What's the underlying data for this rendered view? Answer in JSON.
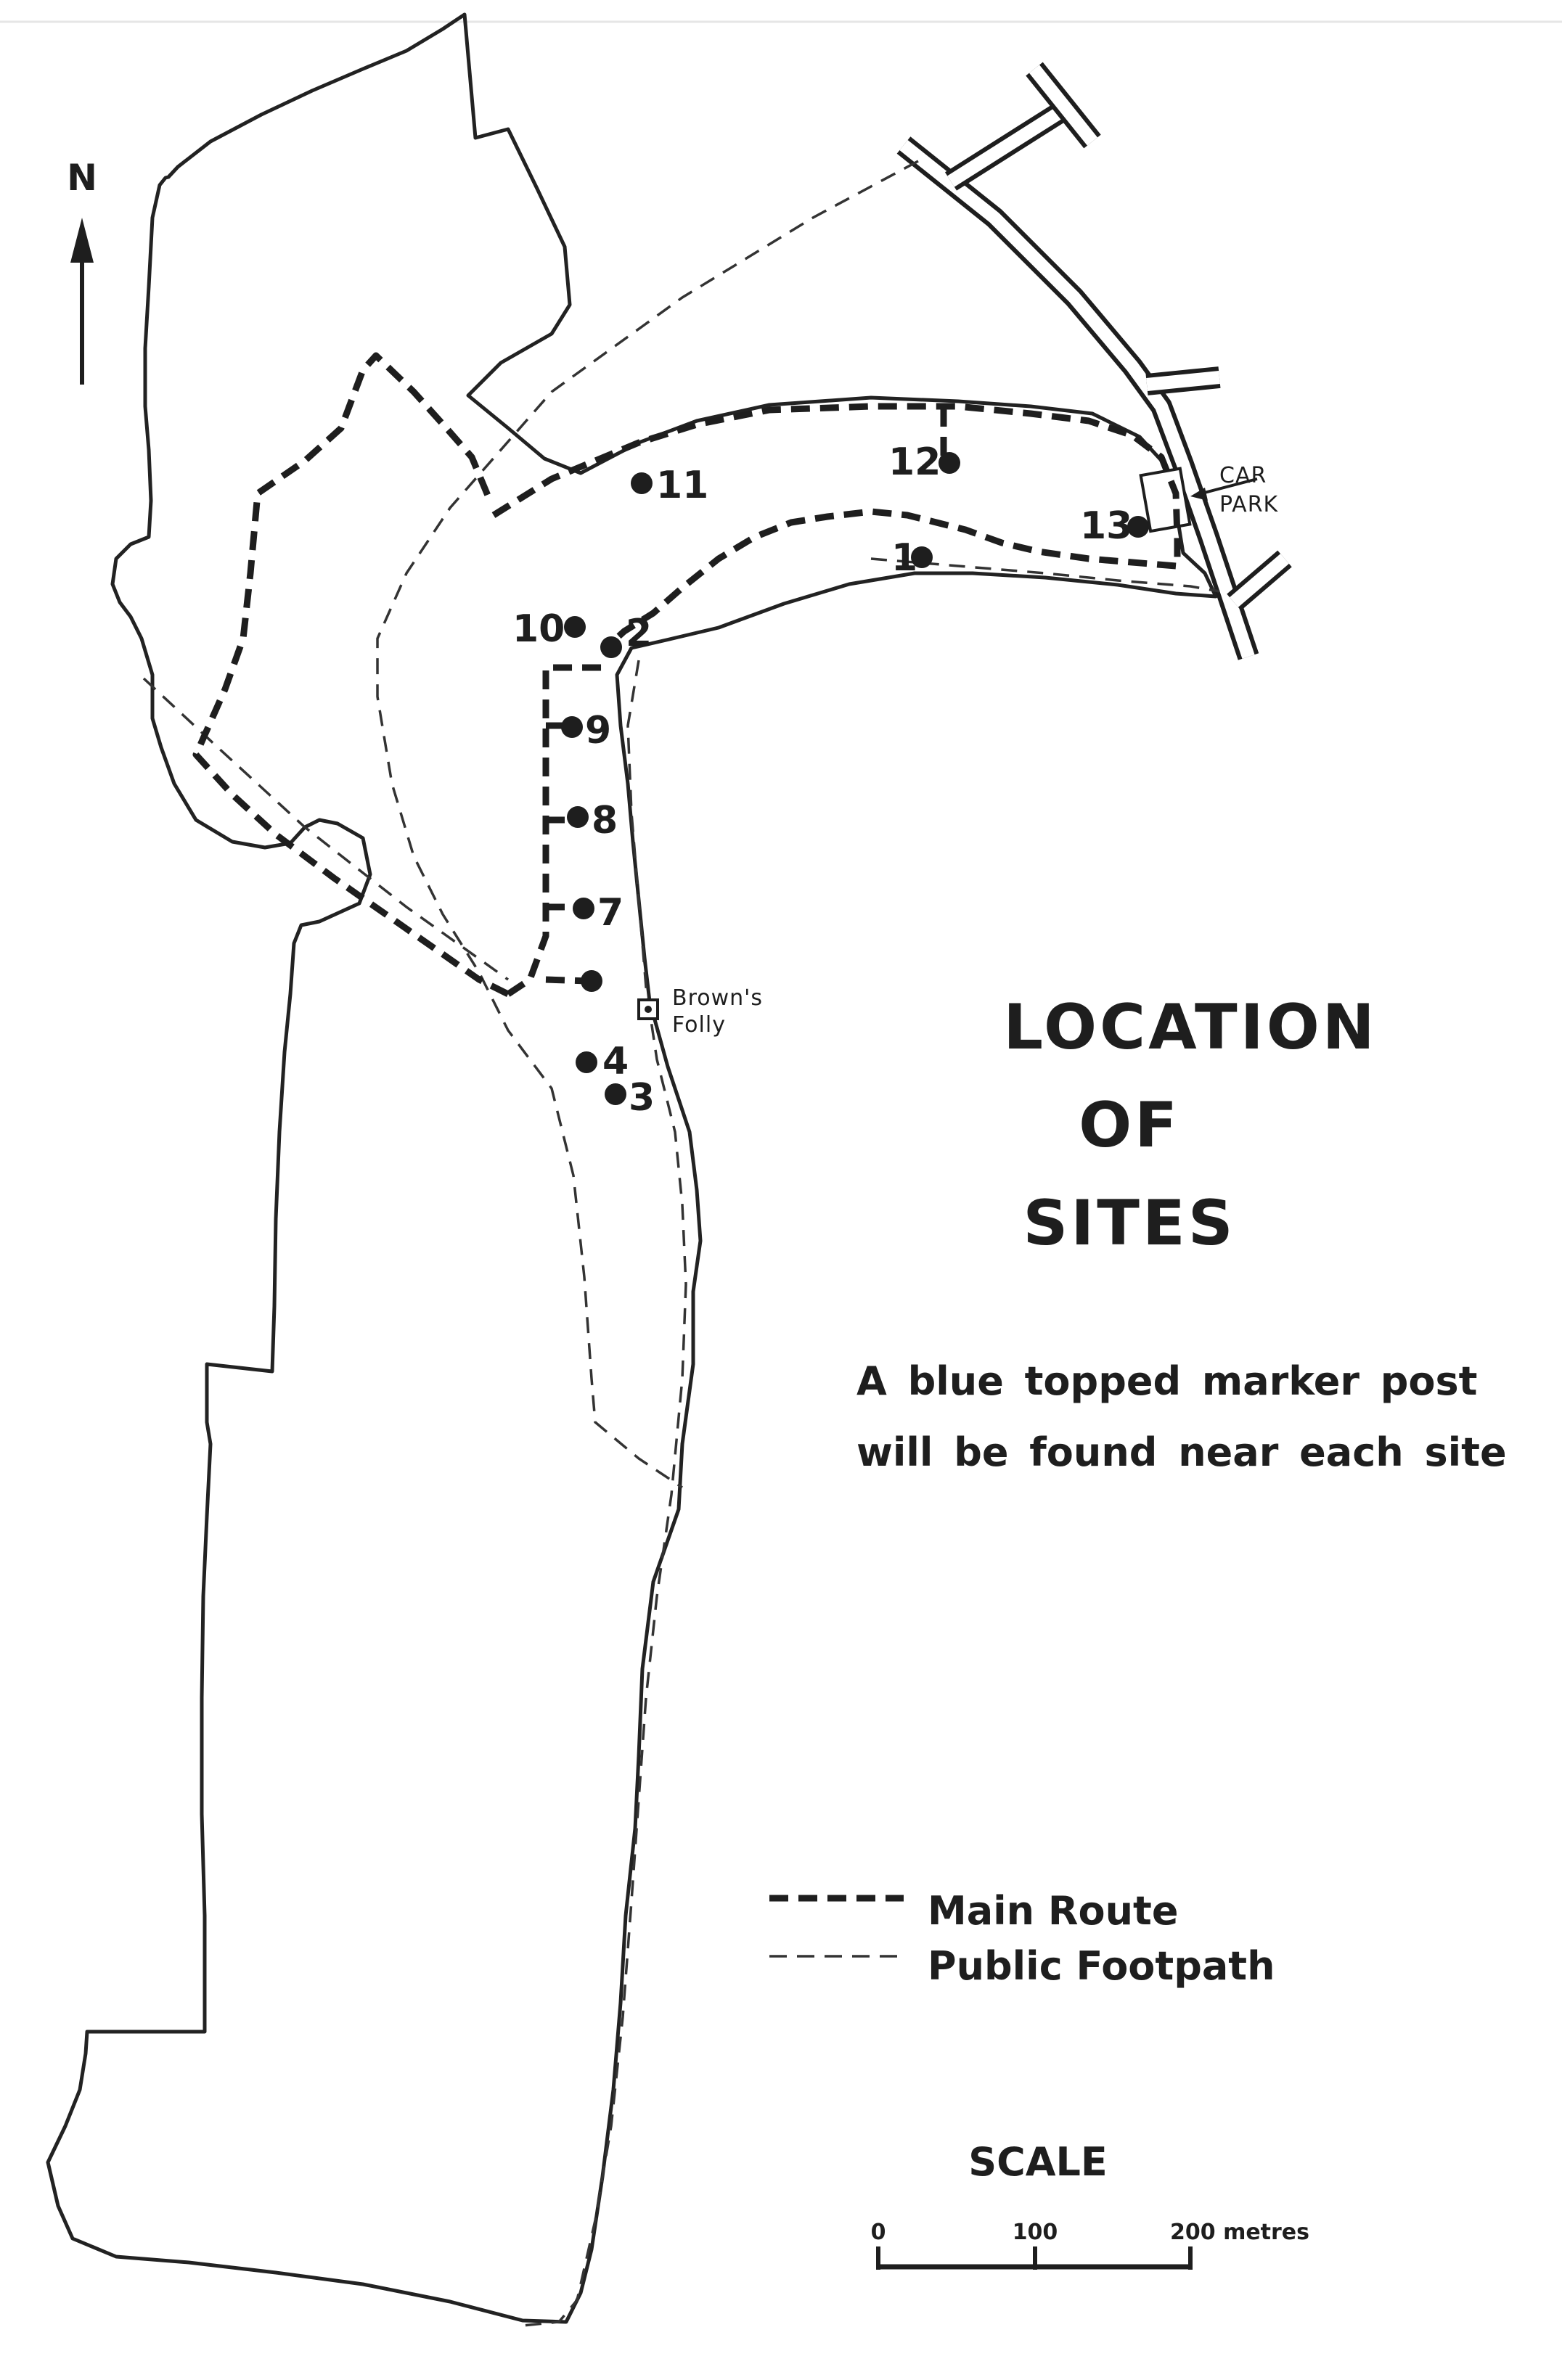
{
  "north": {
    "label": "N"
  },
  "title": {
    "line1": "LOCATION",
    "line2": "OF",
    "line3": "SITES"
  },
  "description": {
    "line1": "A blue topped marker post",
    "line2": "will be found near each site"
  },
  "places": {
    "car_park_line1": "CAR",
    "car_park_line2": "PARK",
    "folly_line1": "Brown's",
    "folly_line2": "Folly"
  },
  "sites": [
    {
      "id": "1",
      "label": "1"
    },
    {
      "id": "2",
      "label": "2"
    },
    {
      "id": "3",
      "label": "3"
    },
    {
      "id": "4",
      "label": "4"
    },
    {
      "id": "5",
      "label": ""
    },
    {
      "id": "7",
      "label": "7"
    },
    {
      "id": "8",
      "label": "8"
    },
    {
      "id": "9",
      "label": "9"
    },
    {
      "id": "10",
      "label": "10"
    },
    {
      "id": "11",
      "label": "11"
    },
    {
      "id": "12",
      "label": "12"
    },
    {
      "id": "13",
      "label": "13"
    }
  ],
  "legend": {
    "main_route": "Main Route",
    "public_footpath": "Public Footpath"
  },
  "scale": {
    "title": "SCALE",
    "tick_0": "0",
    "tick_100": "100",
    "tick_200": "200 metres"
  },
  "colors": {
    "ink": "#1e1e1e",
    "paper": "#ffffff"
  }
}
